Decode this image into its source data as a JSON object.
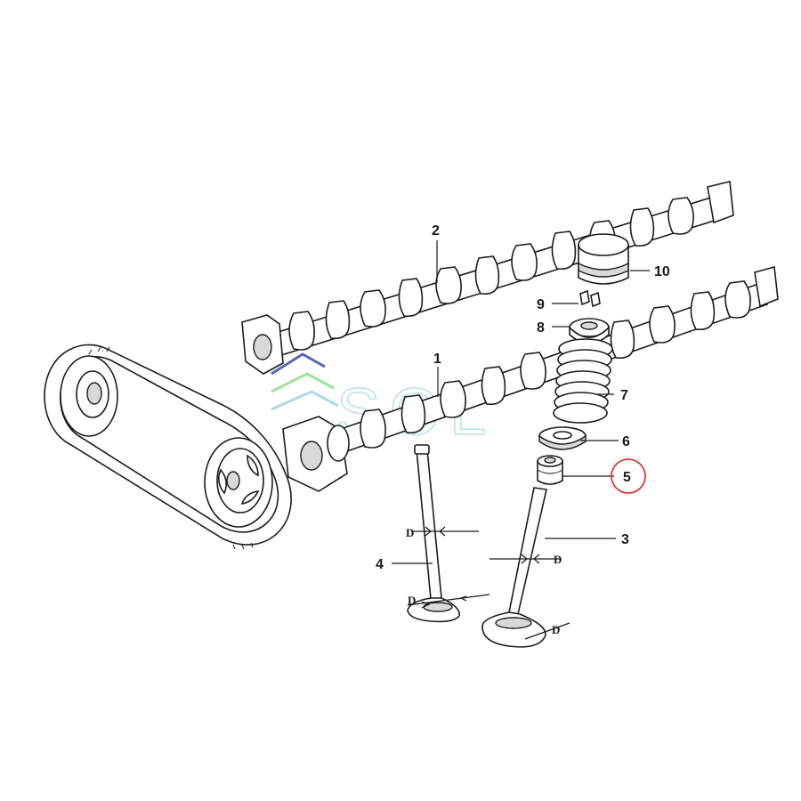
{
  "diagram": {
    "callouts": [
      {
        "id": "label-1",
        "text": "1"
      },
      {
        "id": "label-2",
        "text": "2"
      },
      {
        "id": "label-3",
        "text": "3"
      },
      {
        "id": "label-4",
        "text": "4"
      },
      {
        "id": "label-5",
        "text": "5"
      },
      {
        "id": "label-6",
        "text": "6"
      },
      {
        "id": "label-7",
        "text": "7"
      },
      {
        "id": "label-8",
        "text": "8"
      },
      {
        "id": "label-9",
        "text": "9"
      },
      {
        "id": "label-10",
        "text": "10"
      }
    ],
    "dimension_label": "D",
    "highlighted_part": "5",
    "highlight_color": "#e02020"
  },
  "watermark": {
    "text": "SOL",
    "colors": [
      "#9fd4e3",
      "#8fe08a",
      "#3a4ab0"
    ]
  }
}
